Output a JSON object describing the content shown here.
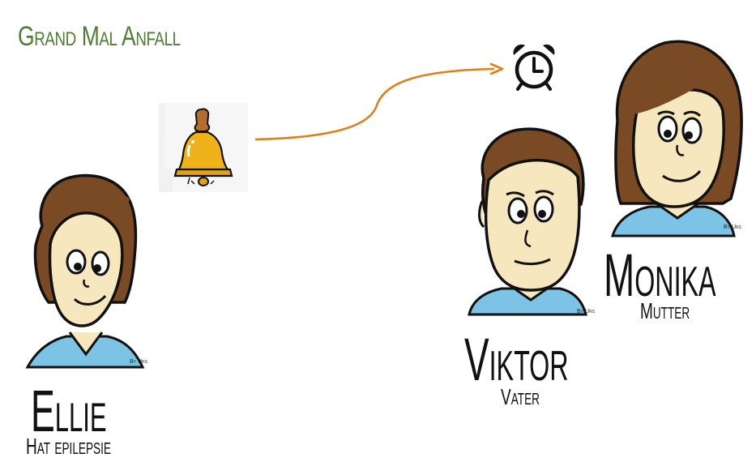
{
  "title": {
    "text": "Grand Mal Anfall",
    "color": "#4e7d34"
  },
  "colors": {
    "arrow": "#e07f1a",
    "bell": "#f0b21a",
    "bell_handle": "#b36d2c",
    "hair": "#7a4a24",
    "skin": "#f7e7bf",
    "shirt": "#7cc3e5",
    "outline": "#111111"
  },
  "icons": {
    "bell": "bell-icon",
    "alarm": "alarm-clock-icon"
  },
  "people": [
    {
      "id": "ellie",
      "name": "Ellie",
      "role": "Hat epilepsie",
      "credit": "By Urs"
    },
    {
      "id": "viktor",
      "name": "Viktor",
      "role": "Vater",
      "credit": "By Urs"
    },
    {
      "id": "monika",
      "name": "Monika",
      "role": "Mutter",
      "credit": "By Urs"
    }
  ]
}
